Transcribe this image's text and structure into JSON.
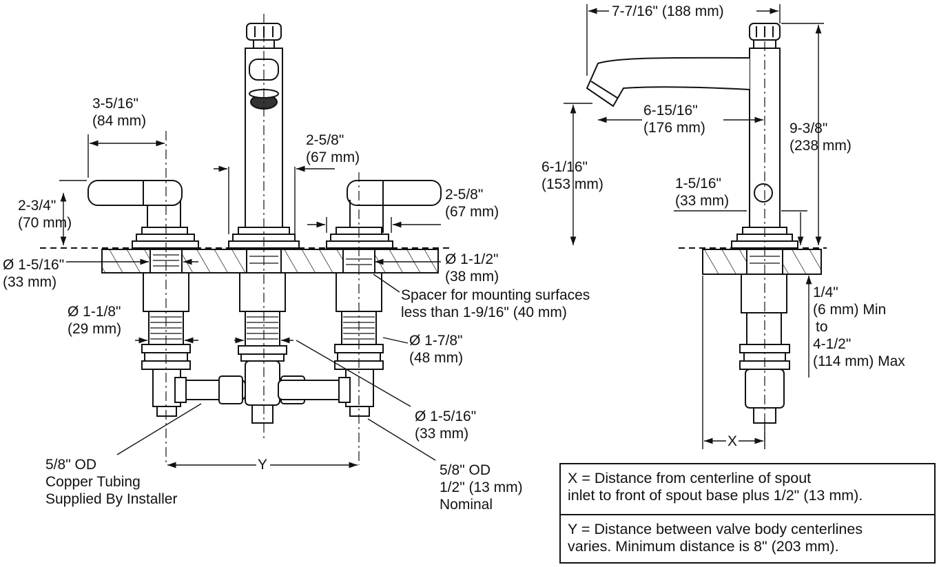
{
  "dimensions": {
    "handle_spread": {
      "a": "3-5/16\"",
      "b": "(84 mm)"
    },
    "handle_height": {
      "a": "2-3/4\"",
      "b": "(70 mm)"
    },
    "spout_body_dia": {
      "a": "2-5/8\"",
      "b": "(67 mm)"
    },
    "handle_base_dia": {
      "a": "2-5/8\"",
      "b": "(67 mm)"
    },
    "deck_hole_outer": {
      "a": "Ø 1-5/16\"",
      "b": "(33 mm)"
    },
    "shank_dia": {
      "a": "Ø 1-1/8\"",
      "b": "(29 mm)"
    },
    "spout_hole": {
      "a": "Ø 1-1/2\"",
      "b": "(38 mm)"
    },
    "spacer_note": {
      "a": "Spacer for mounting surfaces",
      "b": "less than 1-9/16\" (40 mm)"
    },
    "valve_nut_dia": {
      "a": "Ø 1-7/8\"",
      "b": "(48 mm)"
    },
    "valve_body_dia": {
      "a": "Ø 1-5/16\"",
      "b": "(33 mm)"
    },
    "copper_tubing": {
      "a": "5/8\" OD",
      "b": "Copper Tubing",
      "c": "Supplied By Installer"
    },
    "y_label": "Y",
    "outlet_note": {
      "a": "5/8\" OD",
      "b": "1/2\" (13 mm)",
      "c": "Nominal"
    },
    "spout_reach_top": "7-7/16\" (188 mm)",
    "spout_reach_inner": {
      "a": "6-15/16\"",
      "b": "(176 mm)"
    },
    "spout_height": {
      "a": "6-1/16\"",
      "b": "(153 mm)"
    },
    "overall_height": {
      "a": "9-3/8\"",
      "b": "(238 mm)"
    },
    "base_dia_side": {
      "a": "1-5/16\"",
      "b": "(33 mm)"
    },
    "deck_thickness": {
      "a": "1/4\"",
      "b": "(6 mm) Min",
      "c": "to",
      "d": "4-1/2\"",
      "e": "(114 mm) Max"
    },
    "x_label": "X"
  },
  "notes": {
    "x_note": {
      "a": "X = Distance from centerline of spout",
      "b": "inlet to front of spout base plus 1/2\" (13 mm)."
    },
    "y_note": {
      "a": "Y = Distance between valve body centerlines",
      "b": "varies. Minimum distance is 8\" (203 mm)."
    }
  }
}
